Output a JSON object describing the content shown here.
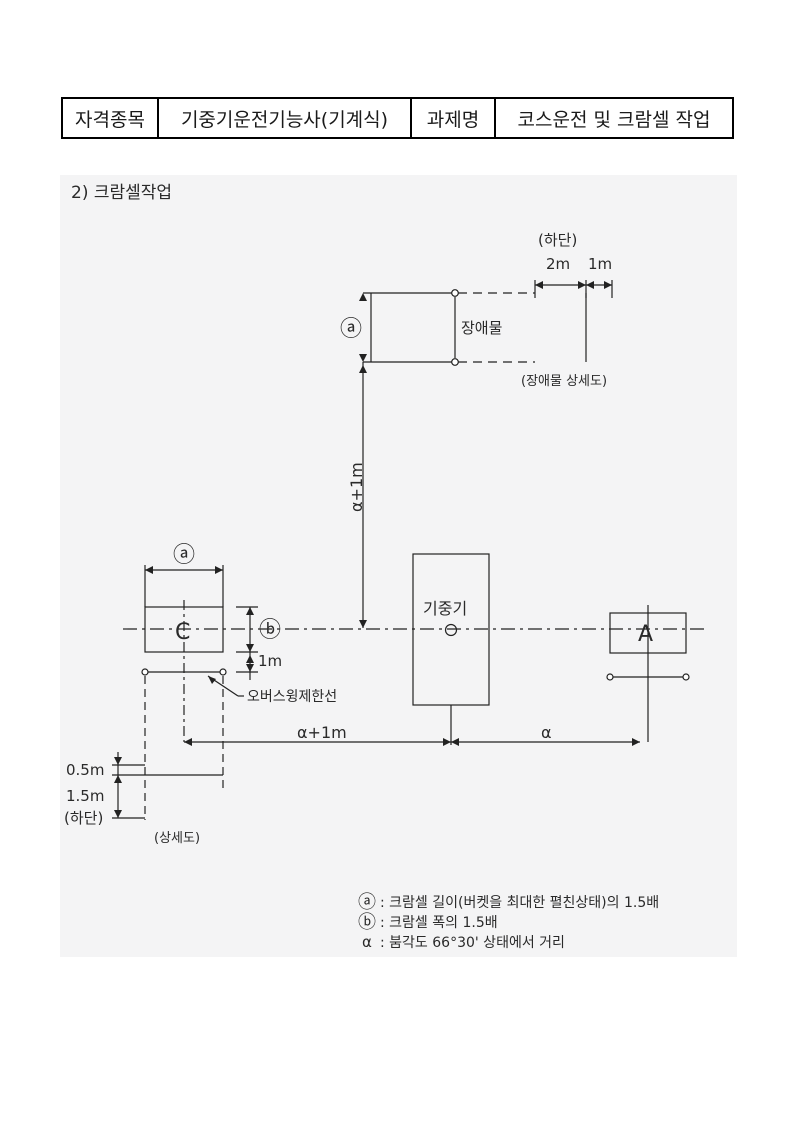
{
  "header": {
    "col1": "자격종목",
    "col2": "기중기운전기능사(기계식)",
    "col3": "과제명",
    "col4": "코스운전 및 크람셀 작업"
  },
  "figure": {
    "section_title": "2) 크람셀작업",
    "detail_top": {
      "lower_label": "(하단)",
      "dim_2m": "2m",
      "dim_1m": "1m",
      "obstacle": "장애물",
      "caption": "(장애물 상세도)"
    },
    "marker_a": "ⓐ",
    "marker_b": "ⓑ",
    "alpha_plus_1m": "α+1m",
    "crane_label": "기중기",
    "box_c": "C",
    "box_a": "A",
    "dim_1m_side": "1m",
    "overswing_label": "오버스윙제한선",
    "alpha": "α",
    "detail_bottom": {
      "dim_05m": "0.5m",
      "dim_15m": "1.5m",
      "lower_label": "(하단)",
      "caption": "(상세도)"
    },
    "legend": [
      {
        "symbol": "ⓐ",
        "text": ": 크람셀 길이(버켓을 최대한 펼친상태)의 1.5배"
      },
      {
        "symbol": "ⓑ",
        "text": ": 크람셀 폭의 1.5배"
      },
      {
        "symbol": "α",
        "text": ": 붐각도 66°30' 상태에서 거리"
      }
    ]
  }
}
